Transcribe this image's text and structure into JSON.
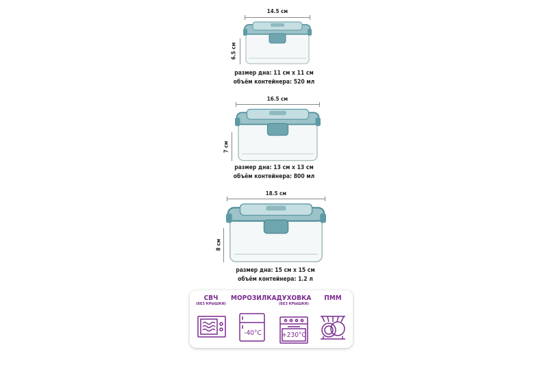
{
  "containers": [
    {
      "width_label": "14.5 см",
      "height_label": "6.5 см",
      "base": "размер дна: 11 см х 11 см",
      "volume": "объём контейнера: 520 мл"
    },
    {
      "width_label": "16.5 см",
      "height_label": "7 см",
      "base": "размер дна: 13 см х 13 см",
      "volume": "объём контейнера: 800 мл"
    },
    {
      "width_label": "18.5 см",
      "height_label": "8 см",
      "base": "размер дна: 15 см х 15 см",
      "volume": "объём контейнера: 1.2 л"
    }
  ],
  "badges": [
    {
      "title": "СВЧ",
      "subtitle": "(БЕЗ КРЫШКИ)",
      "icon": "microwave-icon"
    },
    {
      "title": "МОРОЗИЛКА",
      "value": "-40°C",
      "icon": "freezer-icon"
    },
    {
      "title": "ДУХОВКА",
      "subtitle": "(БЕЗ КРЫШКИ)",
      "value": "+230°C",
      "icon": "oven-icon"
    },
    {
      "title": "ПММ",
      "icon": "dishwasher-icon"
    }
  ],
  "colors": {
    "accent": "#7a2a8e",
    "lid": "#5e9aa6"
  }
}
